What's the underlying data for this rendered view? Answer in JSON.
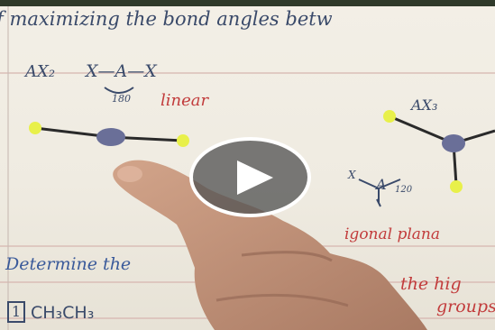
{
  "board": {
    "heading_fragment": "f  maximizing  the  bond  angles  betw",
    "ax2_label": "AX₂",
    "ax2_formula": "X—A—X",
    "ax2_angle": "180",
    "ax2_shape": "linear",
    "ax3_label": "AX₃",
    "ax3_x": "X",
    "ax3_a": "A",
    "ax3_angle": "120",
    "ax3_shape": "igonal  plana",
    "determine_text": "Determine  the",
    "right_fragment_1": "the  hig",
    "right_fragment_2": "groups",
    "example_number": "1",
    "example_formula": "CH₃CH₃"
  },
  "player": {
    "control": "play-icon"
  },
  "colors": {
    "board": "#f1ede4",
    "ink_blue": "#3a4a6a",
    "ink_red": "#c23c3c",
    "atom_center": "#6a6f98",
    "atom_outer": "#e8f04a",
    "play_overlay": "#555555"
  }
}
